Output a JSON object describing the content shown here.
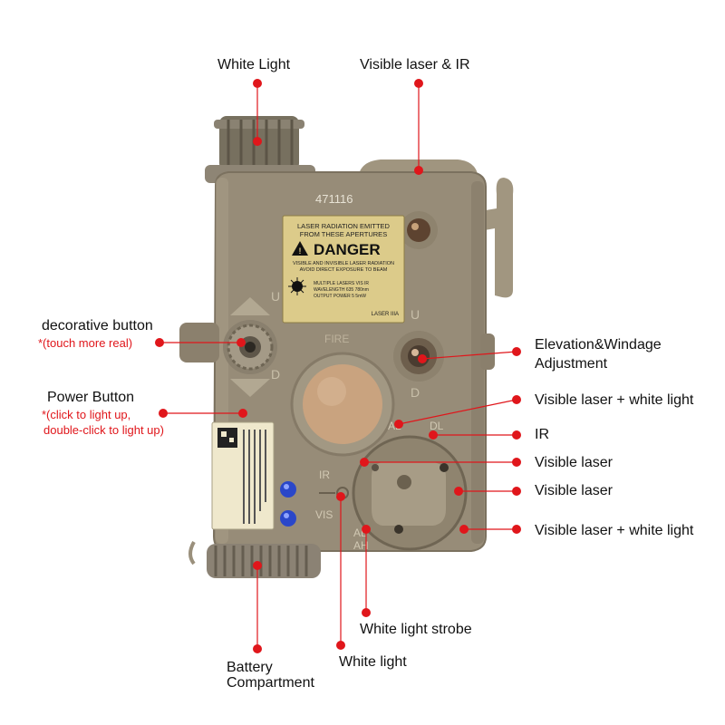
{
  "colors": {
    "body": "#958a77",
    "body_dark": "#6e6453",
    "body_light": "#b3a892",
    "plate": "#d9c889",
    "lens": "#c8a27e",
    "metal": "#7d766c",
    "leader": "#e0161b",
    "blue_led": "#2a47c9"
  },
  "device": {
    "serial": "471116",
    "fire_text": "FIRE",
    "warning_plate": {
      "top_line1": "LASER RADIATION EMITTED",
      "top_line2": "FROM THESE APERTURES",
      "danger": "DANGER",
      "line1": "VISIBLE AND INVISIBLE LASER RADIATION",
      "line2": "AVOID DIRECT EXPOSURE TO BEAM",
      "row1": "MULTIPLE LASERS   VIS    IR",
      "row2": "WAVELENGTH        635   780nm",
      "row3": "OUTPUT POWER        5    5mW",
      "class": "LASER IIIA"
    },
    "left_knob_marks": {
      "up": "U",
      "down": "D"
    },
    "right_knob_marks": {
      "up": "U",
      "down": "D"
    },
    "mode_labels": {
      "ir": "IR",
      "vis": "VIS",
      "al": "AL",
      "dl": "DL",
      "ah": "AH"
    }
  },
  "labels": {
    "white_light": "White Light",
    "visible_laser_ir": "Visible laser & IR",
    "decorative_button": "decorative button",
    "decorative_button_note": "*(touch more real)",
    "power_button": "Power Button",
    "power_button_note_1": "*(click to light up,",
    "power_button_note_2": "double-click to light up)",
    "elevation_1": "Elevation&Windage",
    "elevation_2": "Adjustment",
    "visible_laser_white_light_1": "Visible laser + white light",
    "ir": "IR",
    "visible_laser_1": "Visible laser",
    "visible_laser_2": "Visible laser",
    "visible_laser_white_light_2": "Visible laser + white light",
    "white_light_strobe": "White light strobe",
    "battery_1": "Battery",
    "battery_2": "Compartment",
    "white_light_bottom": "White light"
  }
}
